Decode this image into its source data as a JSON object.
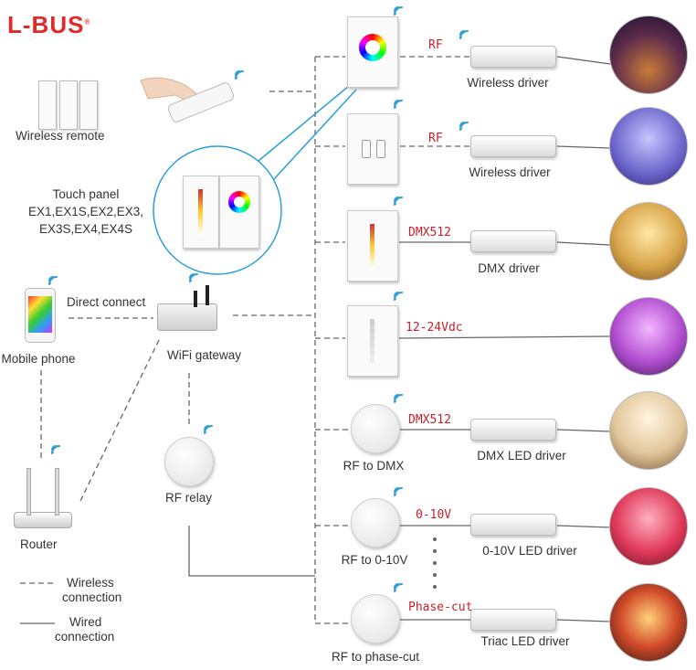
{
  "brand": {
    "name": "L-BUS",
    "mark": "®"
  },
  "labels": {
    "wireless_remote": "Wireless remote",
    "touch_panel": "Touch panel",
    "touch_models_1": "EX1,EX1S,EX2,EX3,",
    "touch_models_2": "EX3S,EX4,EX4S",
    "mobile_phone": "Mobile phone",
    "direct_connect": "Direct connect",
    "wifi_gateway": "WiFi gateway",
    "router": "Router",
    "rf_relay": "RF relay"
  },
  "legend": {
    "wireless_1": "Wireless",
    "wireless_2": "connection",
    "wired_1": "Wired",
    "wired_2": "connection"
  },
  "rows": [
    {
      "signal": "RF",
      "driver": "Wireless driver",
      "source": ""
    },
    {
      "signal": "RF",
      "driver": "Wireless driver",
      "source": ""
    },
    {
      "signal": "DMX512",
      "driver": "DMX driver",
      "source": ""
    },
    {
      "signal": "12-24Vdc",
      "driver": "",
      "source": ""
    },
    {
      "signal": "DMX512",
      "driver": "DMX LED driver",
      "source": "RF to DMX"
    },
    {
      "signal": "0-10V",
      "driver": "0-10V LED driver",
      "source": "RF to 0-10V"
    },
    {
      "signal": "Phase-cut",
      "driver": "Triac LED driver",
      "source": "RF to phase-cut"
    }
  ],
  "colors": {
    "brand_red": "#e02a2a",
    "signal_red": "#c8202a",
    "link_blue": "#2a9fd8"
  },
  "icons": [
    "wifi-icon",
    "remote-icon",
    "phone-icon",
    "gateway-icon",
    "router-icon",
    "relay-icon"
  ]
}
